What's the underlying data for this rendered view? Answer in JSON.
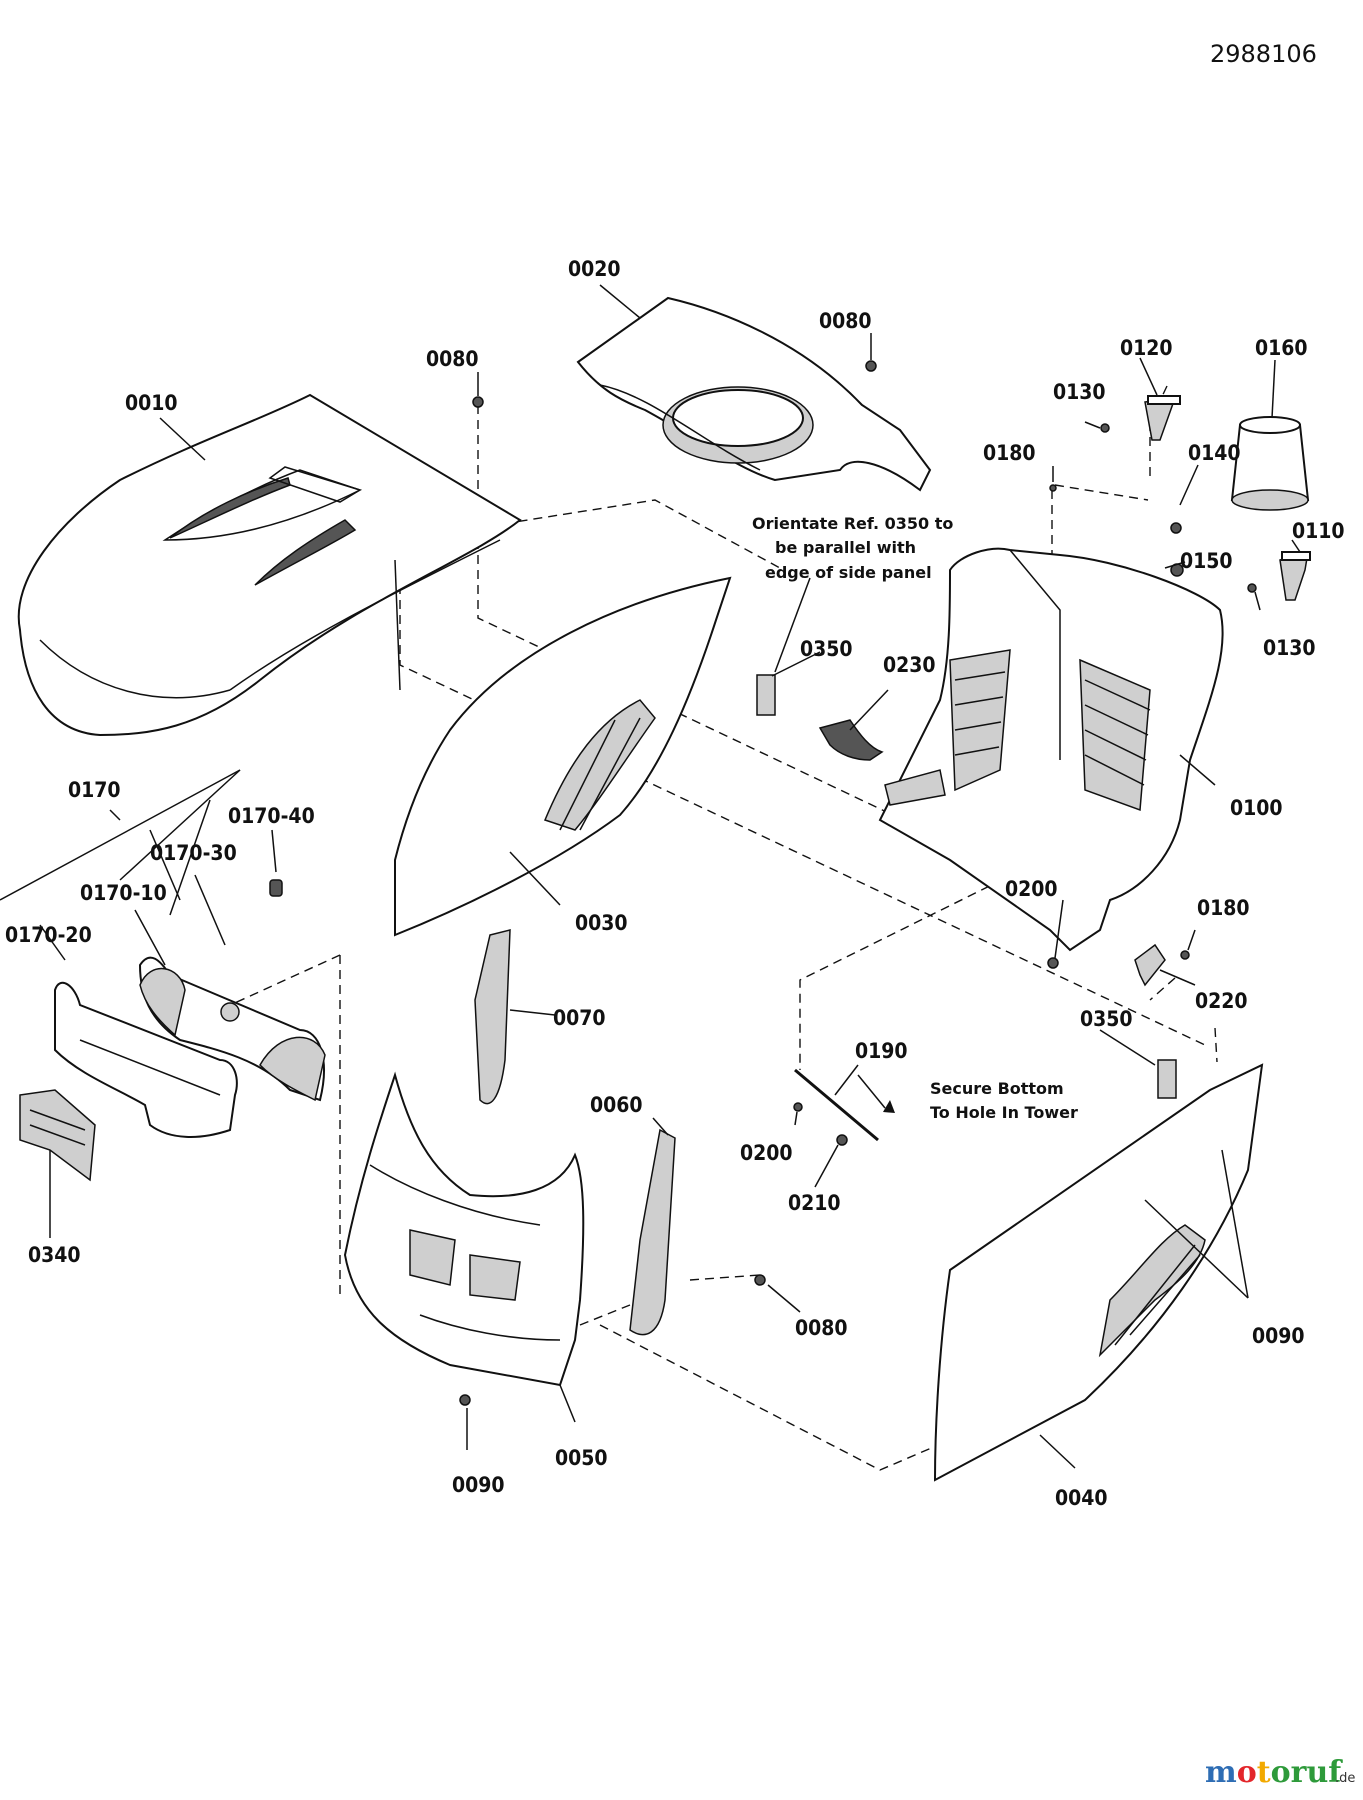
{
  "document_number": "2988106",
  "labels": {
    "l0010": "0010",
    "l0020": "0020",
    "l0080a": "0080",
    "l0080b": "0080",
    "l0080c": "0080",
    "l0120": "0120",
    "l0160": "0160",
    "l0130a": "0130",
    "l0130b": "0130",
    "l0140": "0140",
    "l0110": "0110",
    "l0150": "0150",
    "l0180a": "0180",
    "l0180b": "0180",
    "l0350a": "0350",
    "l0350b": "0350",
    "l0230": "0230",
    "l0100": "0100",
    "l0170": "0170",
    "l0170_40": "0170-40",
    "l0170_30": "0170-30",
    "l0170_10": "0170-10",
    "l0170_20": "0170-20",
    "l0030": "0030",
    "l0200a": "0200",
    "l0200b": "0200",
    "l0220": "0220",
    "l0070": "0070",
    "l0190": "0190",
    "l0210": "0210",
    "l0060": "0060",
    "l0340": "0340",
    "l0090a": "0090",
    "l0090b": "0090",
    "l0050": "0050",
    "l0040": "0040"
  },
  "notes": {
    "orientate_line1": "Orientate Ref. 0350 to",
    "orientate_line2": "be parallel with",
    "orientate_line3": "edge of side panel",
    "secure_line1": "Secure Bottom",
    "secure_line2": "To Hole In Tower"
  },
  "watermark": {
    "brand": "motoruf",
    "suffix": ".de",
    "colors": {
      "m": "#2e6db4",
      "o": "#e3262b",
      "t": "#f2a900",
      "rest": "#2e9a3a"
    }
  }
}
